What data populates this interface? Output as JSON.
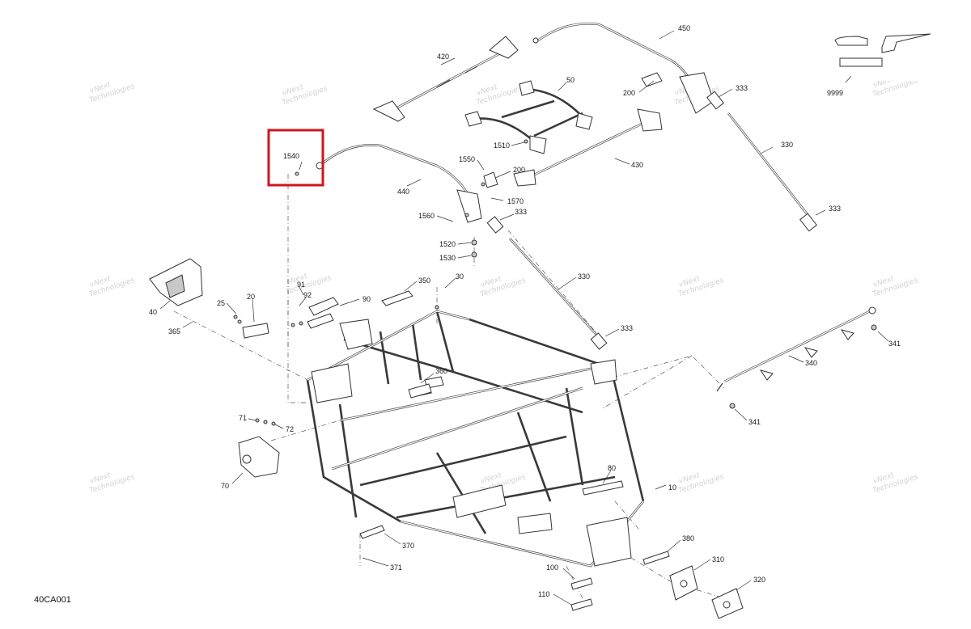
{
  "diagram_code": "40CA001",
  "highlighted_part": "1540",
  "colors": {
    "highlight": "#d0151b",
    "line": "#333333",
    "watermark": "#9a9a9a"
  },
  "watermarks": [
    {
      "line1": "vNext",
      "line2": "Technologies"
    }
  ],
  "parts": [
    {
      "id": "p420",
      "label": "420"
    },
    {
      "id": "p450",
      "label": "450"
    },
    {
      "id": "p9999",
      "label": "9999"
    },
    {
      "id": "p50",
      "label": "50"
    },
    {
      "id": "p200a",
      "label": "200"
    },
    {
      "id": "p333a",
      "label": "333"
    },
    {
      "id": "p1540",
      "label": "1540"
    },
    {
      "id": "p1510",
      "label": "1510"
    },
    {
      "id": "p330a",
      "label": "330"
    },
    {
      "id": "p1550",
      "label": "1550"
    },
    {
      "id": "p200b",
      "label": "200"
    },
    {
      "id": "p430",
      "label": "430"
    },
    {
      "id": "p440",
      "label": "440"
    },
    {
      "id": "p1570",
      "label": "1570"
    },
    {
      "id": "p1560",
      "label": "1560"
    },
    {
      "id": "p333b",
      "label": "333"
    },
    {
      "id": "p333c",
      "label": "333"
    },
    {
      "id": "p1520",
      "label": "1520"
    },
    {
      "id": "p1530",
      "label": "1530"
    },
    {
      "id": "p330b",
      "label": "330"
    },
    {
      "id": "p91",
      "label": "91"
    },
    {
      "id": "p350",
      "label": "350"
    },
    {
      "id": "p30",
      "label": "30"
    },
    {
      "id": "p92",
      "label": "92"
    },
    {
      "id": "p90",
      "label": "90"
    },
    {
      "id": "p40",
      "label": "40"
    },
    {
      "id": "p25",
      "label": "25"
    },
    {
      "id": "p20",
      "label": "20"
    },
    {
      "id": "p365",
      "label": "365"
    },
    {
      "id": "p333d",
      "label": "333"
    },
    {
      "id": "p341a",
      "label": "341"
    },
    {
      "id": "p360",
      "label": "360"
    },
    {
      "id": "p340",
      "label": "340"
    },
    {
      "id": "p71",
      "label": "71"
    },
    {
      "id": "p72",
      "label": "72"
    },
    {
      "id": "p341b",
      "label": "341"
    },
    {
      "id": "p70",
      "label": "70"
    },
    {
      "id": "p80",
      "label": "80"
    },
    {
      "id": "p10",
      "label": "10"
    },
    {
      "id": "p370",
      "label": "370"
    },
    {
      "id": "p380",
      "label": "380"
    },
    {
      "id": "p371",
      "label": "371"
    },
    {
      "id": "p310",
      "label": "310"
    },
    {
      "id": "p100",
      "label": "100"
    },
    {
      "id": "p320",
      "label": "320"
    },
    {
      "id": "p110",
      "label": "110"
    }
  ]
}
